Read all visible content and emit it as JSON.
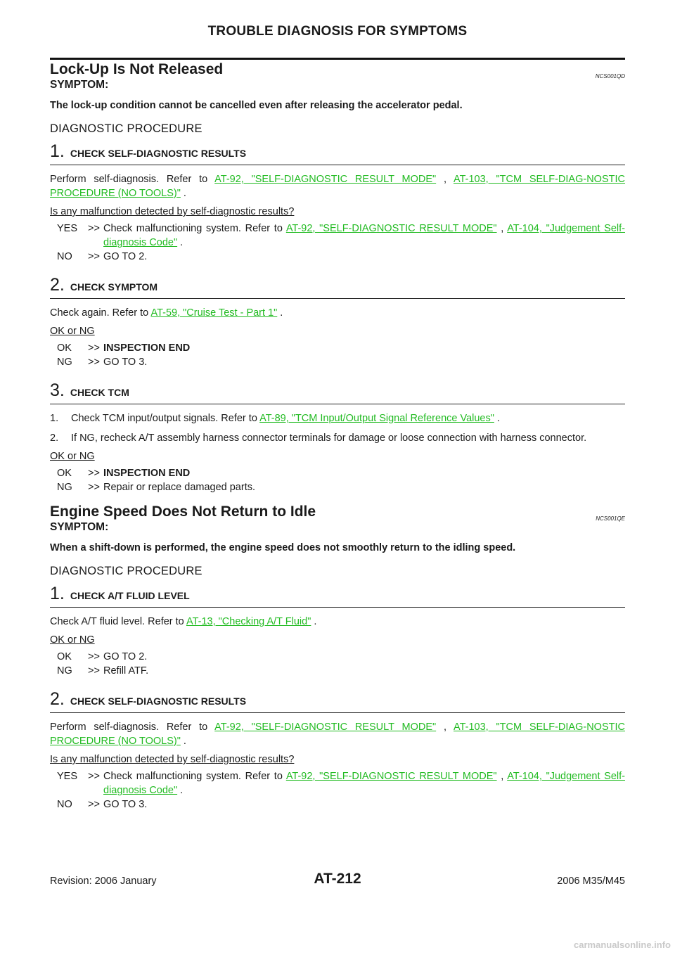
{
  "header": {
    "title": "TROUBLE DIAGNOSIS FOR SYMPTOMS"
  },
  "s1": {
    "title": "Lock-Up Is Not Released",
    "code": "NCS001QD",
    "symptom_heading": "SYMPTOM:",
    "symptom_text": "The lock-up condition cannot be cancelled even after releasing the accelerator pedal.",
    "diag_heading": "DIAGNOSTIC PROCEDURE",
    "step1": {
      "num": "1",
      "title": "CHECK SELF-DIAGNOSTIC RESULTS",
      "para_pre": "Perform self-diagnosis. Refer to ",
      "link1": "AT-92, \"SELF-DIAGNOSTIC RESULT MODE\"",
      "sep": " , ",
      "link2": "AT-103, \"TCM SELF-DIAG-NOSTIC PROCEDURE (NO TOOLS)\"",
      "para_post": " .",
      "question": "Is any malfunction detected by self-diagnostic results?",
      "yes_key": "YES",
      "yes_arrow": ">>",
      "yes_pre": "Check malfunctioning system. Refer to ",
      "yes_link1": "AT-92, \"SELF-DIAGNOSTIC RESULT MODE\"",
      "yes_sep": " , ",
      "yes_link2": "AT-104, \"Judgement Self-diagnosis Code\"",
      "yes_post": " .",
      "no_key": "NO",
      "no_arrow": ">>",
      "no_text": "GO TO 2."
    },
    "step2": {
      "num": "2",
      "title": "CHECK SYMPTOM",
      "para_pre": "Check again. Refer to ",
      "link1": "AT-59, \"Cruise Test - Part 1\"",
      "para_post": " .",
      "question": "OK or NG",
      "ok_key": "OK",
      "ok_arrow": ">>",
      "ok_text": "INSPECTION END",
      "ng_key": "NG",
      "ng_arrow": ">>",
      "ng_text": "GO TO 3."
    },
    "step3": {
      "num": "3",
      "title": "CHECK TCM",
      "item1_n": "1.",
      "item1_pre": "Check TCM input/output signals. Refer to ",
      "item1_link": "AT-89, \"TCM Input/Output Signal Reference Values\"",
      "item1_post": " .",
      "item2_n": "2.",
      "item2_text": "If NG, recheck A/T assembly harness connector terminals for damage or loose connection with harness connector.",
      "question": "OK or NG",
      "ok_key": "OK",
      "ok_arrow": ">>",
      "ok_text": "INSPECTION END",
      "ng_key": "NG",
      "ng_arrow": ">>",
      "ng_text": "Repair or replace damaged parts."
    }
  },
  "s2": {
    "title": "Engine Speed Does Not Return to Idle",
    "code": "NCS001QE",
    "symptom_heading": "SYMPTOM:",
    "symptom_text": "When a shift-down is performed, the engine speed does not smoothly return to the idling speed.",
    "diag_heading": "DIAGNOSTIC PROCEDURE",
    "step1": {
      "num": "1",
      "title": "CHECK A/T FLUID LEVEL",
      "para_pre": "Check A/T fluid level. Refer to ",
      "link1": "AT-13, \"Checking A/T Fluid\"",
      "para_post": " .",
      "question": "OK or NG",
      "ok_key": "OK",
      "ok_arrow": ">>",
      "ok_text": "GO TO 2.",
      "ng_key": "NG",
      "ng_arrow": ">>",
      "ng_text": "Refill ATF."
    },
    "step2": {
      "num": "2",
      "title": "CHECK SELF-DIAGNOSTIC RESULTS",
      "para_pre": "Perform self-diagnosis. Refer to ",
      "link1": "AT-92, \"SELF-DIAGNOSTIC RESULT MODE\"",
      "sep": " , ",
      "link2": "AT-103, \"TCM SELF-DIAG-NOSTIC PROCEDURE (NO TOOLS)\"",
      "para_post": " .",
      "question": "Is any malfunction detected by self-diagnostic results?",
      "yes_key": "YES",
      "yes_arrow": ">>",
      "yes_pre": "Check malfunctioning system. Refer to ",
      "yes_link1": "AT-92, \"SELF-DIAGNOSTIC RESULT MODE\"",
      "yes_sep": " , ",
      "yes_link2": "AT-104, \"Judgement Self-diagnosis Code\"",
      "yes_post": " .",
      "no_key": "NO",
      "no_arrow": ">>",
      "no_text": "GO TO 3."
    }
  },
  "footer": {
    "revision": "Revision: 2006 January",
    "page_code": "AT-212",
    "model": "2006 M35/M45"
  },
  "watermark": "carmanualsonline.info"
}
